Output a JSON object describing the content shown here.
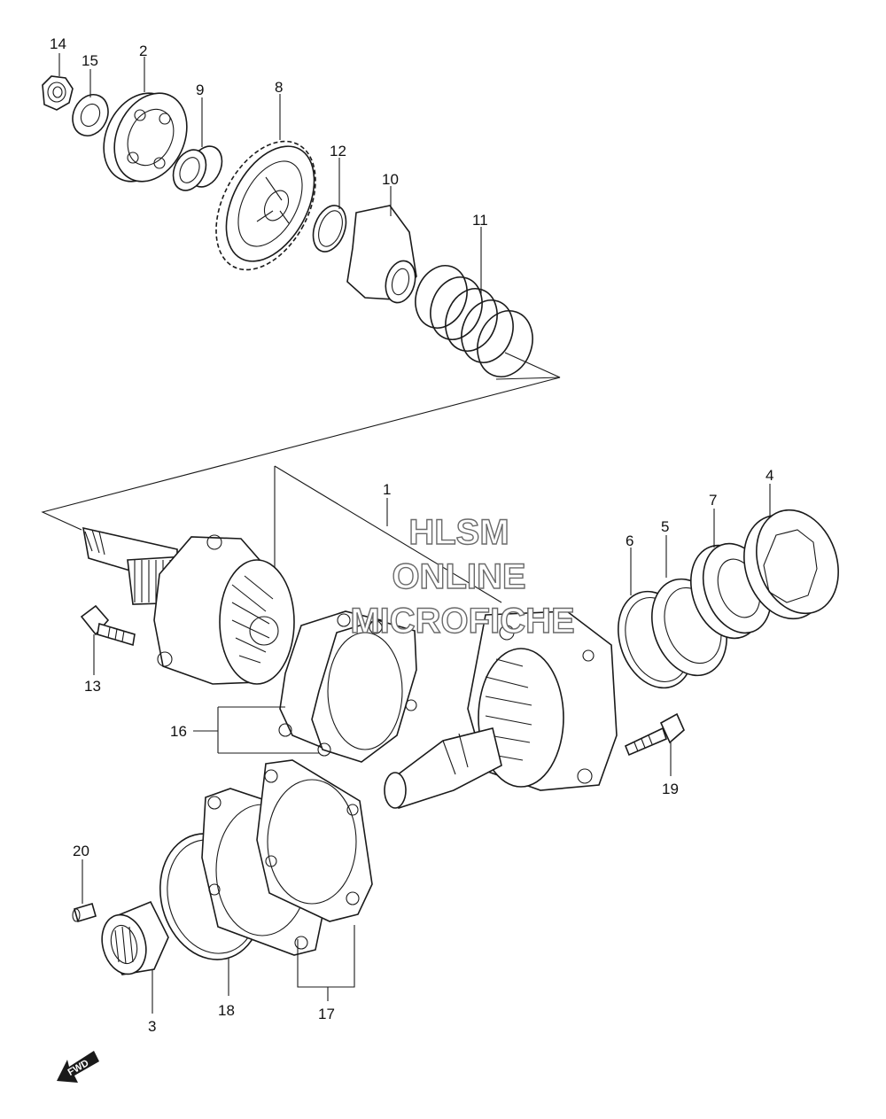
{
  "parts": [
    {
      "number": "1"
    },
    {
      "number": "2"
    },
    {
      "number": "3"
    },
    {
      "number": "4"
    },
    {
      "number": "5"
    },
    {
      "number": "6"
    },
    {
      "number": "7"
    },
    {
      "number": "8"
    },
    {
      "number": "9"
    },
    {
      "number": "10"
    },
    {
      "number": "11"
    },
    {
      "number": "12"
    },
    {
      "number": "13"
    },
    {
      "number": "14"
    },
    {
      "number": "15"
    },
    {
      "number": "16"
    },
    {
      "number": "17"
    },
    {
      "number": "18"
    },
    {
      "number": "19"
    },
    {
      "number": "20"
    }
  ],
  "watermark": {
    "line1": "HLSM",
    "line2": "ONLINE",
    "line3": "MICROFICHE"
  },
  "direction_arrow": {
    "label": "FWD",
    "icon": "fwd-arrow-icon"
  },
  "colors": {
    "line": "#1a1a1a",
    "background": "#ffffff",
    "watermark_outline": "#6a6a6a"
  }
}
